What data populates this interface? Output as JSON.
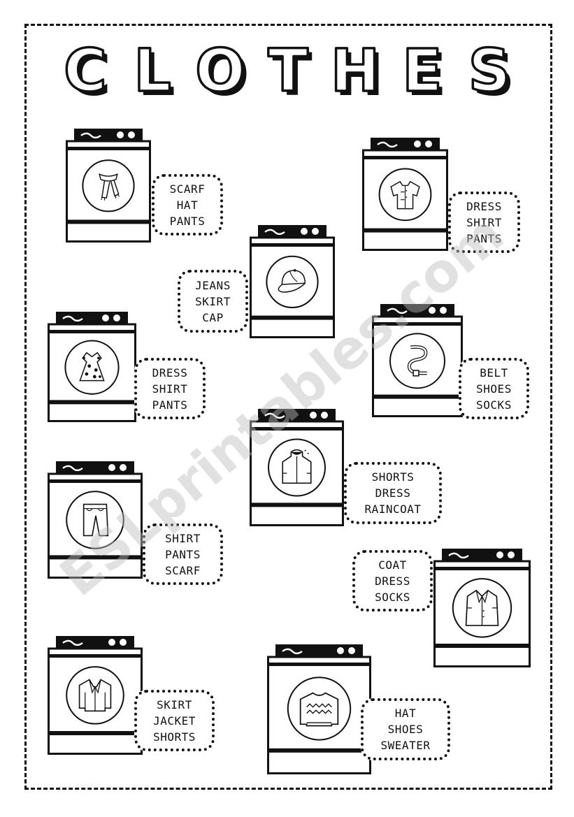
{
  "title": "CLOTHES",
  "title_letters": [
    "C",
    "L",
    "O",
    "T",
    "H",
    "E",
    "S"
  ],
  "watermark": "ESLprintables.com",
  "items": [
    {
      "icon": "scarf-icon",
      "words": [
        "SCARF",
        "HAT",
        "PANTS"
      ]
    },
    {
      "icon": "shirt-icon",
      "words": [
        "DRESS",
        "SHIRT",
        "PANTS"
      ]
    },
    {
      "icon": "cap-icon",
      "words": [
        "JEANS",
        "SKIRT",
        "CAP"
      ]
    },
    {
      "icon": "dress-icon",
      "words": [
        "DRESS",
        "SHIRT",
        "PANTS"
      ]
    },
    {
      "icon": "belt-icon",
      "words": [
        "BELT",
        "SHOES",
        "SOCKS"
      ]
    },
    {
      "icon": "raincoat-icon",
      "words": [
        "SHORTS",
        "DRESS",
        "RAINCOAT"
      ]
    },
    {
      "icon": "pants-icon",
      "words": [
        "SHIRT",
        "PANTS",
        "SCARF"
      ]
    },
    {
      "icon": "coat-icon",
      "words": [
        "COAT",
        "DRESS",
        "SOCKS"
      ]
    },
    {
      "icon": "jacket-icon",
      "words": [
        "SKIRT",
        "JACKET",
        "SHORTS"
      ]
    },
    {
      "icon": "sweater-icon",
      "words": [
        "HAT",
        "SHOES",
        "SWEATER"
      ]
    }
  ]
}
